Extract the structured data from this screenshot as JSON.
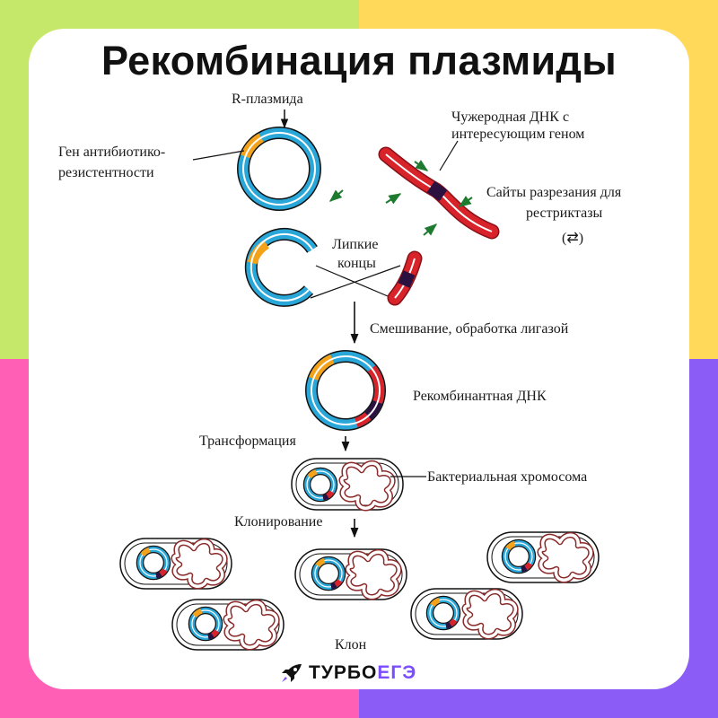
{
  "title": "Рекомбинация плазмиды",
  "labels": {
    "r_plasmid": "R-плазмида",
    "antibiotic_gene_1": "Ген антибиотико-",
    "antibiotic_gene_2": "резистентности",
    "foreign_dna_1": "Чужеродная ДНК с",
    "foreign_dna_2": "интересующим геном",
    "cut_sites_1": "Сайты разрезания для",
    "cut_sites_2": "рестриктазы",
    "cut_sites_symbol": "(⇄)",
    "sticky_ends_1": "Липкие",
    "sticky_ends_2": "концы",
    "mixing": "Смешивание, обработка лигазой",
    "recombinant_dna": "Рекомбинантная ДНК",
    "transformation": "Трансформация",
    "bacterial_chromosome": "Бактериальная хромосома",
    "cloning": "Клонирование",
    "clone": "Клон"
  },
  "brand": {
    "part1": "ТУРБО",
    "part2": "ЕГЭ",
    "icon": "rocket-icon"
  },
  "colors": {
    "plasmid": "#2aa7d9",
    "antibiotic_gene": "#f5a21b",
    "foreign_dna": "#d8232a",
    "cut_site": "#2a1140",
    "chromosome": "#8a2a2a",
    "bg_green": "#c6e86a",
    "bg_yellow": "#ffd95a",
    "bg_pink": "#ff5fb5",
    "bg_purple": "#8b5cf6"
  }
}
